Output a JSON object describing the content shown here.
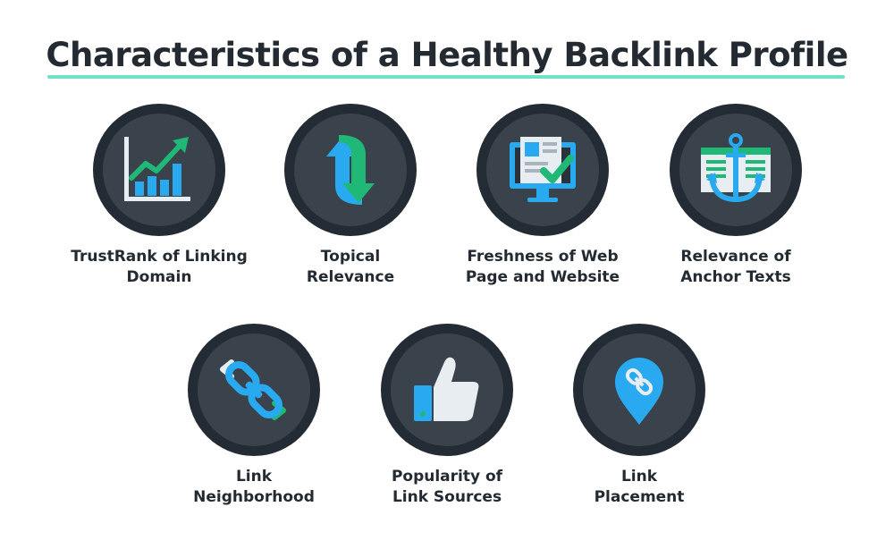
{
  "title": "Characteristics of a Healthy Backlink Profile",
  "colors": {
    "accent": "#6fe2c6",
    "ring": "#232b34",
    "disc": "#3a424b",
    "blue": "#29aaf0",
    "green": "#1fb877"
  },
  "items": [
    {
      "line1": "TrustRank of Linking",
      "line2": "Domain",
      "icon": "growth-chart-icon"
    },
    {
      "line1": "Topical",
      "line2": "Relevance",
      "icon": "refresh-arrows-icon"
    },
    {
      "line1": "Freshness of Web",
      "line2": "Page and Website",
      "icon": "monitor-check-icon"
    },
    {
      "line1": "Relevance of",
      "line2": "Anchor Texts",
      "icon": "anchor-icon"
    },
    {
      "line1": "Link",
      "line2": "Neighborhood",
      "icon": "chain-link-icon"
    },
    {
      "line1": "Popularity of",
      "line2": "Link Sources",
      "icon": "thumbs-up-icon"
    },
    {
      "line1": "Link",
      "line2": "Placement",
      "icon": "link-pin-icon"
    }
  ]
}
